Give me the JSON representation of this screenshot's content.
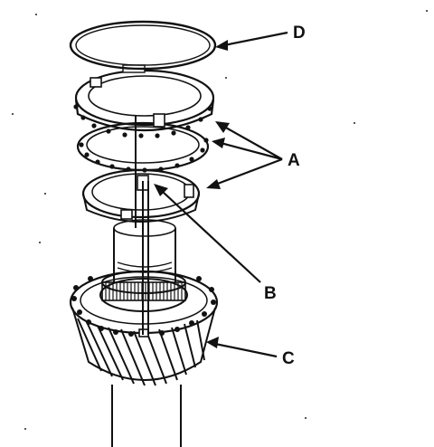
{
  "callouts": {
    "d": "D",
    "a": "A",
    "b": "B",
    "c": "C"
  },
  "colors": {
    "ink": "#111111",
    "paper": "#ffffff"
  }
}
